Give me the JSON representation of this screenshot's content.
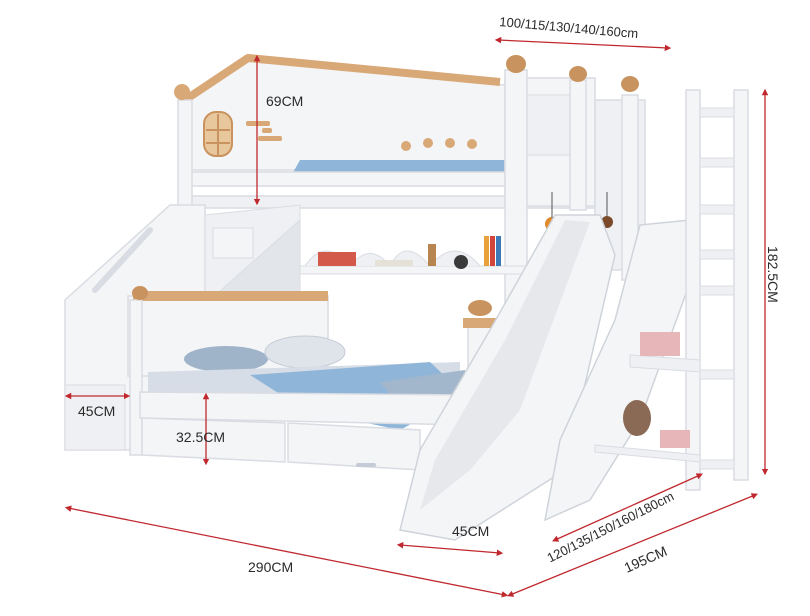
{
  "dimensions": {
    "top_width": "100/115/130/140/160cm",
    "roof_height": "69CM",
    "total_height": "182.5CM",
    "stair_depth": "45CM",
    "drawer_height": "32.5CM",
    "slide_width": "45CM",
    "bottom_width": "120/135/150/160/180cm",
    "total_length": "290CM",
    "total_depth": "195CM"
  },
  "colors": {
    "frame": "#f4f5f7",
    "frame_shadow": "#d9dce2",
    "wood": "#d9a877",
    "mattress": "#8fb6d9",
    "pillow": "#c9d2de",
    "measure_line": "#c0282e"
  }
}
